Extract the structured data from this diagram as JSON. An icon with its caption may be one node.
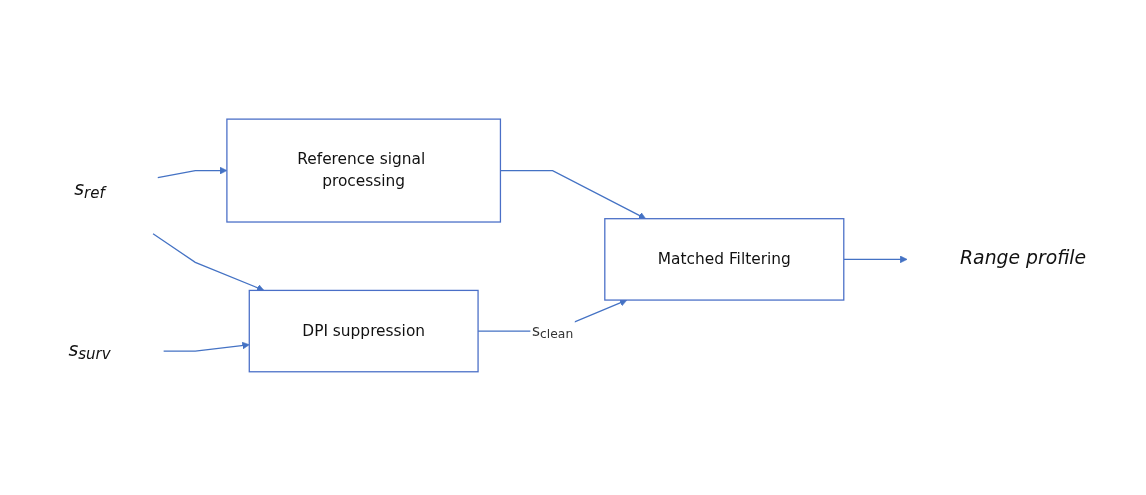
{
  "diagram": {
    "nodes": [
      {
        "text": [
          "s$_{ref}$"
        ]
      },
      {
        "text": [
          "Reference signal processing"
        ]
      },
      {
        "text": [
          "s$_{surv}$"
        ]
      },
      {
        "text": [
          "DPI suppression"
        ]
      },
      {
        "text": [
          "Matched Filtering"
        ]
      },
      {
        "text": [
          "Range profile"
        ]
      }
    ],
    "edges": [
      {
        "from": 0,
        "to": 1,
        "arrow": "to"
      },
      {
        "from": 0,
        "to": 3,
        "arrow": "to"
      },
      {
        "from": 2,
        "to": 3,
        "arrow": "to"
      },
      {
        "from": 3,
        "to": 4,
        "arrow": "to",
        "label": "s$_{clean}$"
      },
      {
        "from": 1,
        "to": 4,
        "arrow": "to"
      },
      {
        "from": 4,
        "to": 5,
        "arrow": "to"
      }
    ]
  }
}
